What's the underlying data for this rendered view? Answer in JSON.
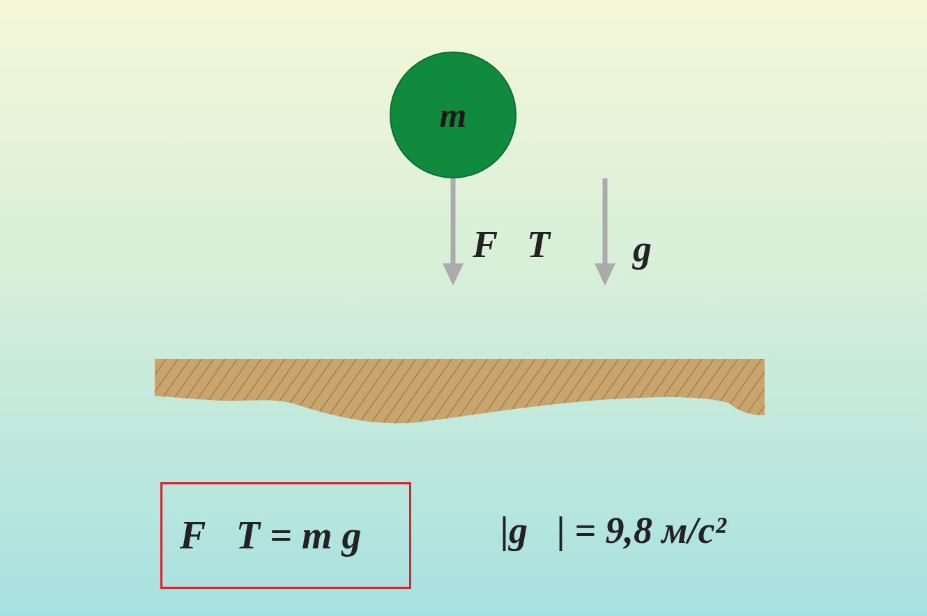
{
  "diagram": {
    "nodes": [
      {
        "text": [
          "m"
        ]
      },
      {
        "text": [
          "F⃗Т = m g⃗"
        ]
      }
    ],
    "labels": [
      "F⃗Т",
      "g⃗",
      "|g⃗| = 9,8 м/с²"
    ]
  }
}
